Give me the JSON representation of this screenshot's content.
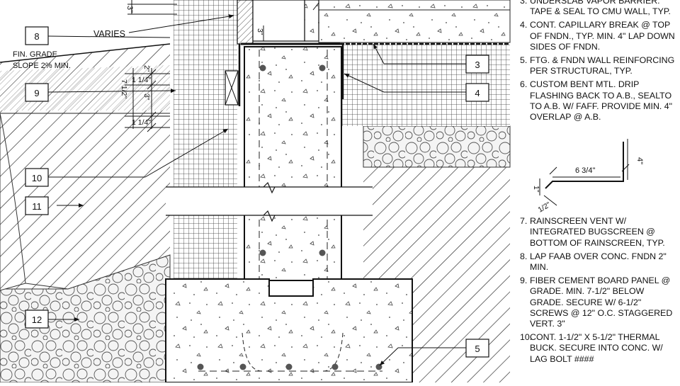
{
  "callouts": {
    "c3": "3",
    "c4": "4",
    "c5": "5",
    "c8": "8",
    "c9": "9",
    "c10": "10",
    "c11": "11",
    "c12": "12"
  },
  "labels": {
    "varies": "VARIES",
    "fin_grade_1": "FIN. GRADE",
    "fin_grade_2": "SLOPE 2% MIN.",
    "dim_1_1_4_top": "1 1/4\"",
    "dim_1_1_4_bottom": "1 1/4\"",
    "dim_2": "2\"",
    "dim_3": "3\"",
    "dim_7_1_2": "7 1/2\"",
    "dim_3_slab": "3\"",
    "dim_top_3": "3\""
  },
  "flashing_detail": {
    "dim_6_3_4": "6 3/4\"",
    "dim_4": "4\"",
    "dim_1": "1\"",
    "dim_1_2": "1/2\""
  },
  "notes_top": [
    {
      "num": "3.",
      "text": "UNDERSLAB VAPOR BARRIER.\nTAPE & SEAL TO CMU WALL, TYP."
    },
    {
      "num": "4.",
      "text": "CONT. CAPILLARY BREAK @ TOP\nOF FNDN., TYP. MIN. 4\" LAP DOWN\nSIDES OF FNDN."
    },
    {
      "num": "5.",
      "text": "FTG. & FNDN WALL REINFORCING\nPER STRUCTURAL, TYP."
    },
    {
      "num": "6.",
      "text": "CUSTOM BENT MTL. DRIP\nFLASHING BACK TO A.B., SEALTO\nTO A.B. W/ FAFF. PROVIDE MIN. 4\"\nOVERLAP @ A.B."
    }
  ],
  "notes_bottom": [
    {
      "num": "7.",
      "text": "RAINSCREEN VENT W/\nINTEGRATED BUGSCREEN @\nBOTTOM OF RAINSCREEN, TYP."
    },
    {
      "num": "8.",
      "text": "LAP FAAB OVER CONC. FNDN 2\"\nMIN."
    },
    {
      "num": "9.",
      "text": "FIBER CEMENT BOARD PANEL @\nGRADE. MIN. 7-1/2\" BELOW\nGRADE. SECURE W/ 6-1/2\"\nSCREWS @ 12\" O.C. STAGGERED\nVERT. 3\""
    },
    {
      "num": "10.",
      "text": "CONT. 1-1/2\" X 5-1/2\" THERMAL\nBUCK. SECURE INTO CONC. W/\nLAG BOLT ####"
    }
  ]
}
